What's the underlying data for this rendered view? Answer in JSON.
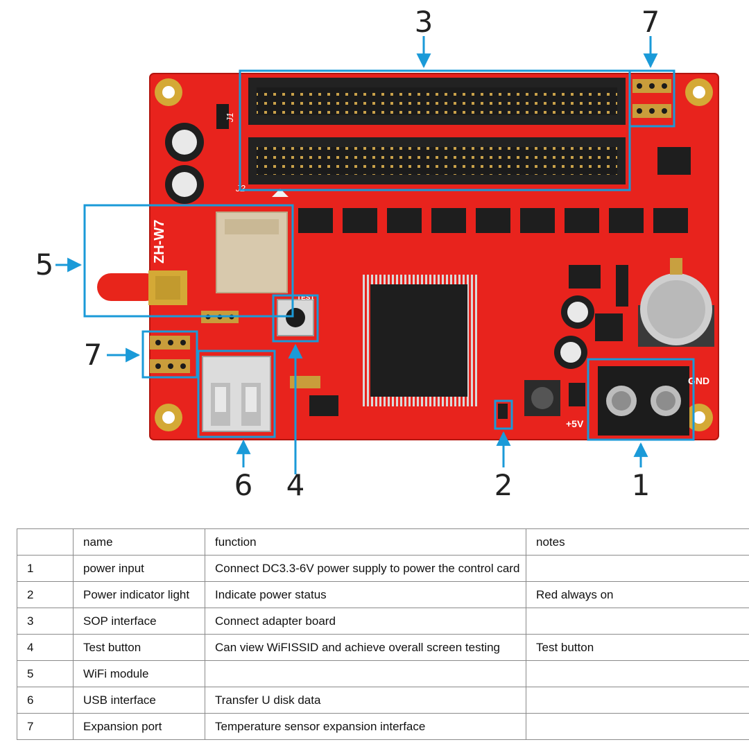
{
  "board": {
    "model_text": "ZH-W7",
    "labels": {
      "j1": "J1",
      "j2": "J2",
      "test": "TEST",
      "gnd": "GND",
      "plus5v": "+5V"
    },
    "colors": {
      "pcb": "#e8231d",
      "callout": "#1a9ad8",
      "header": "#1b1b1b",
      "antenna": "#e8251b",
      "chip": "#1e1e1e"
    }
  },
  "callouts": [
    "1",
    "2",
    "3",
    "4",
    "5",
    "6",
    "7",
    "7"
  ],
  "table": {
    "headers": [
      "",
      "name",
      "function",
      "notes"
    ],
    "rows": [
      {
        "no": "1",
        "name": "power input",
        "function": "Connect DC3.3-6V power supply to power the control card",
        "notes": ""
      },
      {
        "no": "2",
        "name": "Power indicator light",
        "function": "Indicate power status",
        "notes": "Red always on"
      },
      {
        "no": "3",
        "name": "SOP interface",
        "function": "Connect adapter board",
        "notes": ""
      },
      {
        "no": "4",
        "name": "Test button",
        "function": "Can view WiFISSID and achieve overall screen testing",
        "notes": "Test button"
      },
      {
        "no": "5",
        "name": "WiFi module",
        "function": "",
        "notes": ""
      },
      {
        "no": "6",
        "name": "USB interface",
        "function": "Transfer U disk data",
        "notes": ""
      },
      {
        "no": "7",
        "name": "Expansion port",
        "function": "Temperature sensor expansion interface",
        "notes": ""
      }
    ]
  }
}
